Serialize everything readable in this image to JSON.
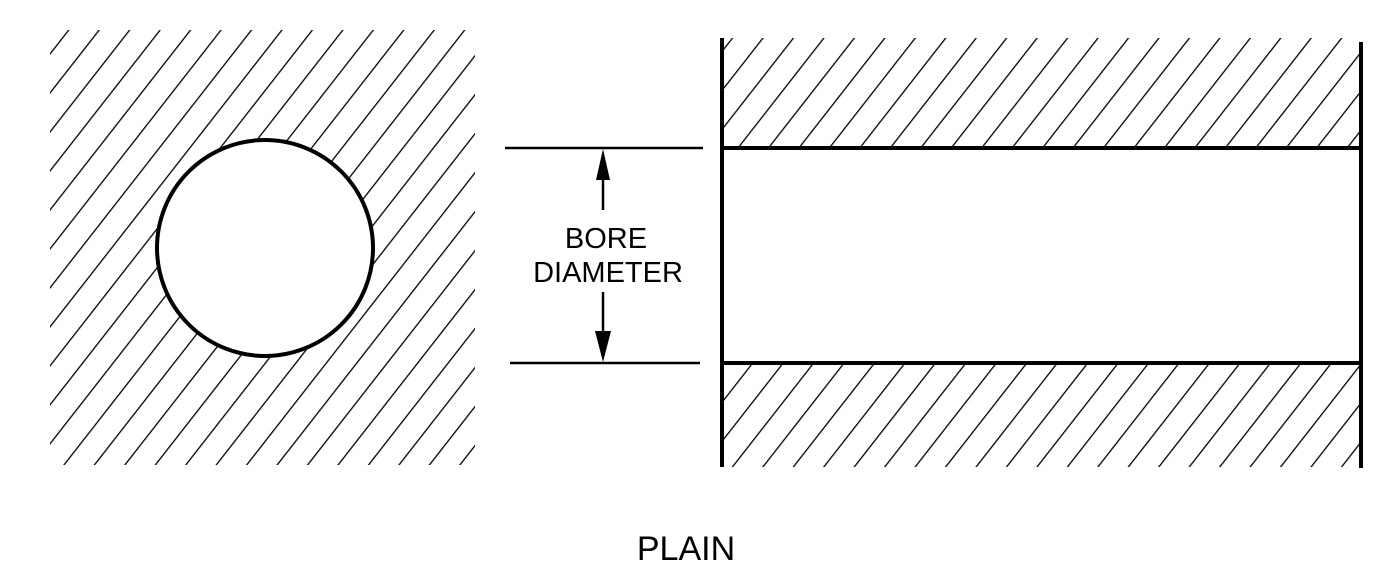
{
  "labels": {
    "dimension_line1": "BORE",
    "dimension_line2": "DIAMETER",
    "caption": "PLAIN"
  },
  "colors": {
    "ink": "#000000",
    "background": "#ffffff"
  }
}
